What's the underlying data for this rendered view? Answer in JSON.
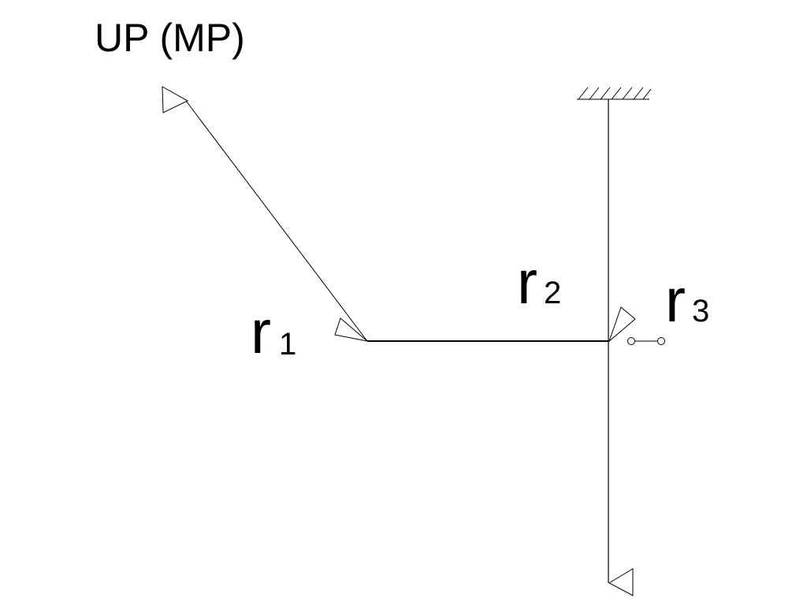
{
  "title": "UP (MP)",
  "labels": {
    "r1": {
      "letter": "r",
      "subscript": "1"
    },
    "r2": {
      "letter": "r",
      "subscript": "2"
    },
    "r3": {
      "letter": "r",
      "subscript": "3"
    }
  }
}
